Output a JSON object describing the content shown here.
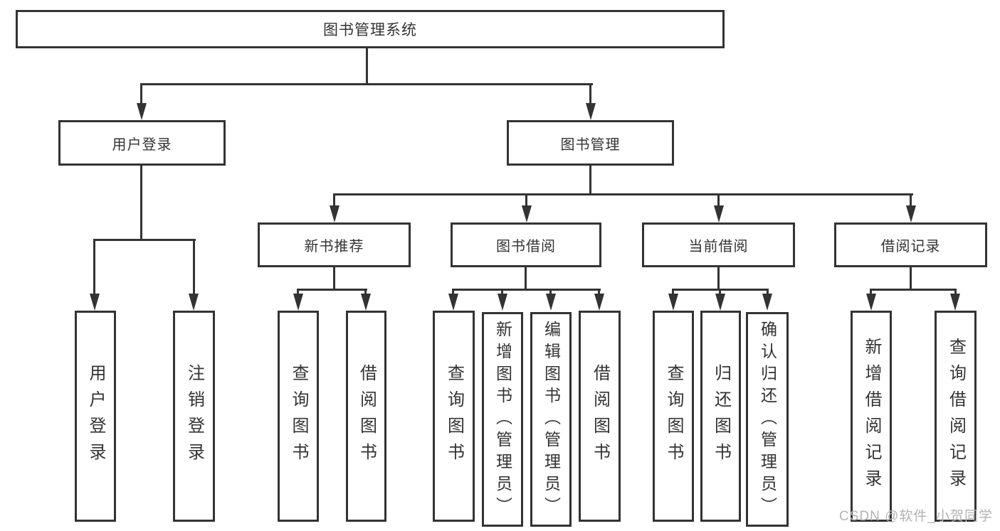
{
  "tree": {
    "root": "图书管理系统",
    "branches": [
      {
        "label": "用户登录",
        "children": [
          "用户登录",
          "注销登录"
        ]
      },
      {
        "label": "图书管理",
        "children": [
          {
            "label": "新书推荐",
            "children": [
              "查询图书",
              "借阅图书"
            ]
          },
          {
            "label": "图书借阅",
            "children": [
              "查询图书",
              "新增图书（管理员）",
              "编辑图书（管理员）",
              "借阅图书"
            ]
          },
          {
            "label": "当前借阅",
            "children": [
              "查询图书",
              "归还图书",
              "确认归还（管理员）"
            ]
          },
          {
            "label": "借阅记录",
            "children": [
              "新增借阅记录",
              "查询借阅记录"
            ]
          }
        ]
      }
    ]
  },
  "watermark": "CSDN @软件_小贺同学",
  "colors": {
    "line": "#333333",
    "box_background": "#ffffff",
    "watermark": "#b3b3b3",
    "page_background": "#ffffff"
  }
}
